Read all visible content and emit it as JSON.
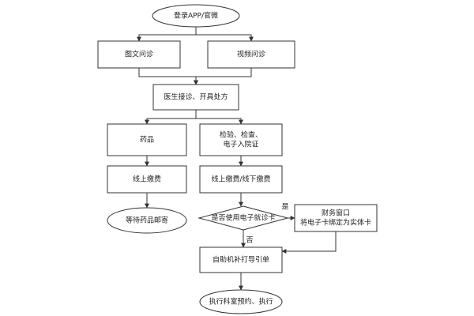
{
  "flowchart": {
    "nodes": {
      "login": {
        "shape": "ellipse",
        "lines": [
          "登录APP/官微"
        ]
      },
      "text_consult": {
        "shape": "rect",
        "lines": [
          "图文问诊"
        ]
      },
      "video_consult": {
        "shape": "rect",
        "lines": [
          "视频问诊"
        ]
      },
      "doctor": {
        "shape": "rect",
        "lines": [
          "医生接诊、开具处方"
        ]
      },
      "medicine": {
        "shape": "rect",
        "lines": [
          "药品"
        ]
      },
      "inspection": {
        "shape": "rect",
        "lines": [
          "检验、检查、",
          "电子入院证"
        ]
      },
      "online_pay": {
        "shape": "rect",
        "lines": [
          "线上缴费"
        ]
      },
      "online_offline_pay": {
        "shape": "rect",
        "lines": [
          "线上缴费/线下缴费"
        ]
      },
      "wait_mail": {
        "shape": "ellipse",
        "lines": [
          "等待药品邮寄"
        ]
      },
      "e_card_decision": {
        "shape": "diamond",
        "lines": [
          "是否使用电子就诊卡"
        ]
      },
      "finance_window": {
        "shape": "rect",
        "lines": [
          "财务窗口",
          "将电子卡绑定为实体卡"
        ]
      },
      "self_service": {
        "shape": "rect",
        "lines": [
          "自助机补打导引单"
        ]
      },
      "execute": {
        "shape": "ellipse",
        "lines": [
          "执行科室预约、执行"
        ]
      }
    },
    "edges": [
      {
        "from": "login",
        "to": "text_consult",
        "label": ""
      },
      {
        "from": "login",
        "to": "video_consult",
        "label": ""
      },
      {
        "from": "text_consult",
        "to": "doctor",
        "label": ""
      },
      {
        "from": "video_consult",
        "to": "doctor",
        "label": ""
      },
      {
        "from": "doctor",
        "to": "medicine",
        "label": ""
      },
      {
        "from": "doctor",
        "to": "inspection",
        "label": ""
      },
      {
        "from": "medicine",
        "to": "online_pay",
        "label": ""
      },
      {
        "from": "online_pay",
        "to": "wait_mail",
        "label": ""
      },
      {
        "from": "inspection",
        "to": "online_offline_pay",
        "label": ""
      },
      {
        "from": "online_offline_pay",
        "to": "e_card_decision",
        "label": ""
      },
      {
        "from": "e_card_decision",
        "to": "finance_window",
        "label": "是"
      },
      {
        "from": "e_card_decision",
        "to": "self_service",
        "label": "否"
      },
      {
        "from": "finance_window",
        "to": "self_service",
        "label": ""
      },
      {
        "from": "self_service",
        "to": "execute",
        "label": ""
      }
    ]
  }
}
